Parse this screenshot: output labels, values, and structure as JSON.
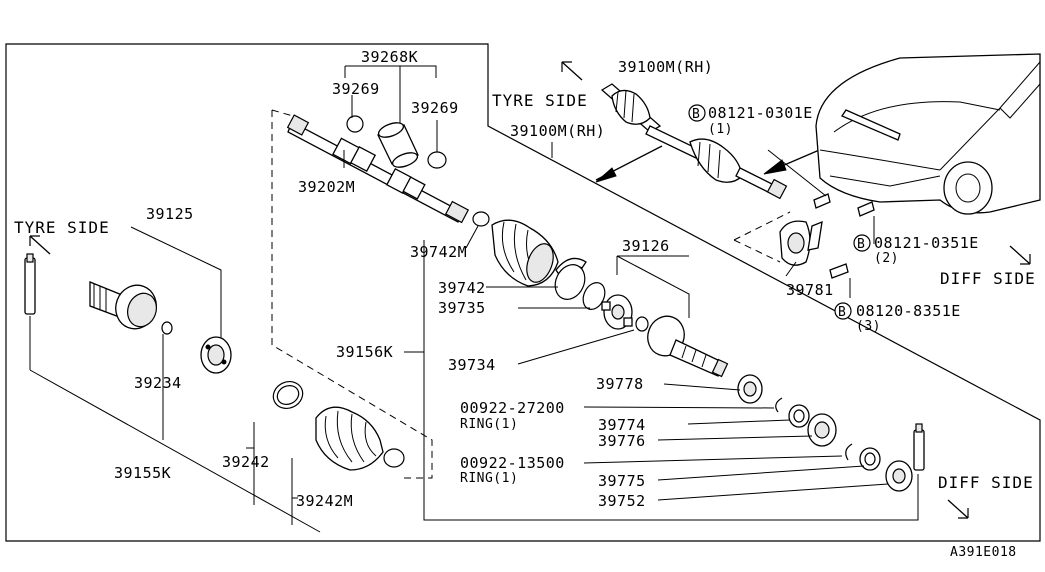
{
  "diagram_code": "A391E018",
  "side_labels": {
    "tyre_left": "TYRE SIDE",
    "tyre_top": "TYRE SIDE",
    "diff_right": "DIFF SIDE",
    "diff_bottom": "DIFF SIDE"
  },
  "parts": {
    "p39268K": "39268K",
    "p39269a": "39269",
    "p39269b": "39269",
    "p39202M": "39202M",
    "p39100M_top": "39100M(RH)",
    "p39100M_mid": "39100M(RH)",
    "p39125": "39125",
    "p39234": "39234",
    "p39155K": "39155K",
    "p39242": "39242",
    "p39242M": "39242M",
    "p39742M": "39742M",
    "p39742": "39742",
    "p39735": "39735",
    "p39156K": "39156K",
    "p39734": "39734",
    "p39126": "39126",
    "p39778": "39778",
    "p00922_27200": "00922-27200",
    "p00922_27200_sub": "RING(1)",
    "p39774": "39774",
    "p39776": "39776",
    "p00922_13500": "00922-13500",
    "p00922_13500_sub": "RING(1)",
    "p39775": "39775",
    "p39752": "39752",
    "p39781": "39781"
  },
  "bolts": {
    "b1_prefix": "B",
    "b1_code": "08121-0301E",
    "b1_qty": "(1)",
    "b2_prefix": "B",
    "b2_code": "08121-0351E",
    "b2_qty": "(2)",
    "b3_prefix": "B",
    "b3_code": "08120-8351E",
    "b3_qty": "(3)"
  }
}
